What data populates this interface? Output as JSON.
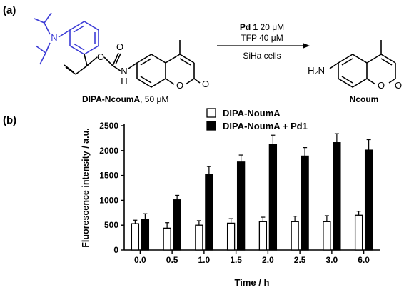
{
  "scheme": {
    "panel_label": "(a)",
    "reactant": {
      "name": "DIPA-NcoumA",
      "concentration": ", 50 μM",
      "atoms": {
        "N_amine": "N",
        "O_ether": "O",
        "O_carbonyl": "O",
        "NH": "N",
        "H": "H",
        "O_ring": "O",
        "O_lactone": "O"
      },
      "highlight_color": "#3b3bd6"
    },
    "conditions": {
      "catalyst_name": "Pd 1",
      "catalyst_conc": " 20 μM",
      "ligand": "TFP 40 μM",
      "medium": "SiHa cells"
    },
    "product": {
      "name": "Ncoum",
      "atoms": {
        "H2N": "H₂N",
        "O_ring": "O",
        "O_lactone": "O"
      }
    }
  },
  "chart_data": {
    "type": "bar",
    "panel_label": "(b)",
    "categories": [
      "0.0",
      "0.5",
      "1.0",
      "1.5",
      "2.0",
      "2.5",
      "3.0",
      "6.0"
    ],
    "series": [
      {
        "name": "DIPA-NoumA",
        "fill": "#ffffff",
        "values": [
          530,
          440,
          500,
          540,
          570,
          570,
          570,
          700
        ],
        "errors": [
          70,
          110,
          90,
          90,
          90,
          110,
          120,
          80
        ]
      },
      {
        "name": "DIPA-NoumA + Pd1",
        "fill": "#000000",
        "values": [
          610,
          1010,
          1520,
          1770,
          2120,
          1890,
          2160,
          2010
        ],
        "errors": [
          120,
          90,
          160,
          140,
          190,
          170,
          180,
          210
        ]
      }
    ],
    "xlabel": "Time / h",
    "ylabel": "Fluorescence intensity / a.u.",
    "ylim": [
      0,
      2500
    ],
    "yticks": [
      0,
      500,
      1000,
      1500,
      2000,
      2500
    ],
    "grid": false,
    "legend": "top"
  }
}
